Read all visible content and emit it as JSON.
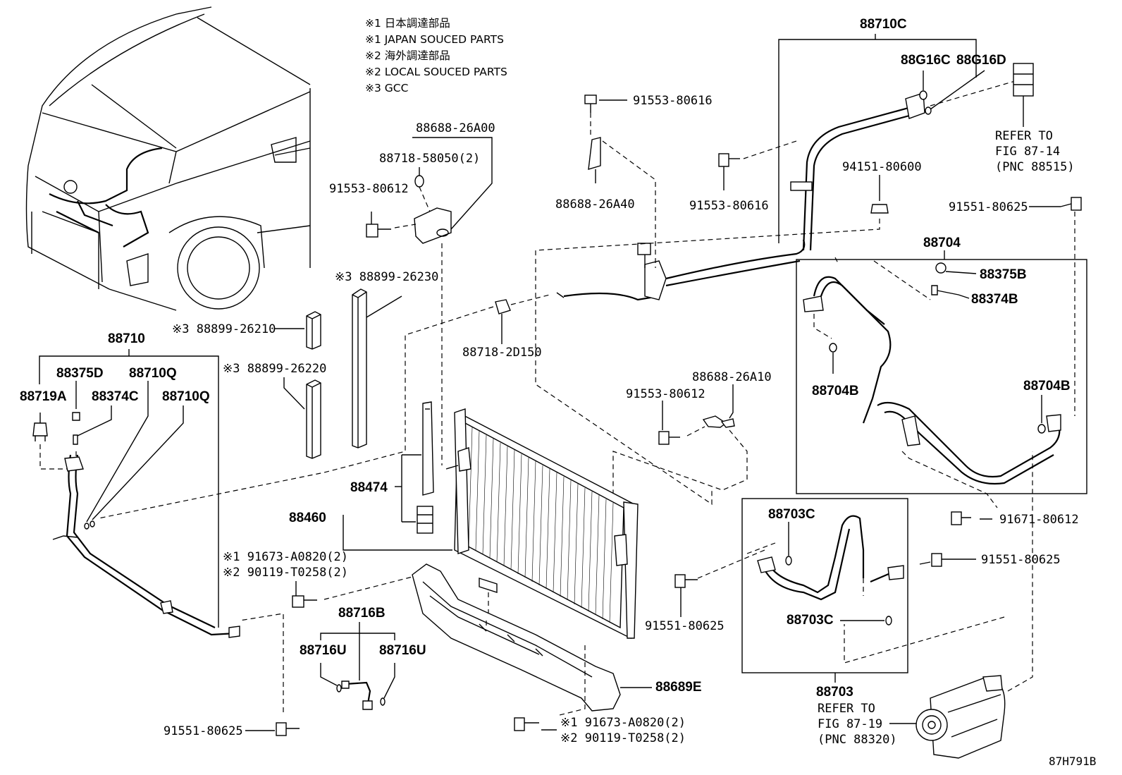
{
  "notes": [
    "※1 日本調達部品",
    "※1 JAPAN SOUCED PARTS",
    "※2 海外調達部品",
    "※2 LOCAL SOUCED PARTS",
    "※3 GCC"
  ],
  "labels": {
    "p88710C": "88710C",
    "p88G16C": "88G16C",
    "p88G16D": "88G16D",
    "p91553_80616_a": "91553-80616",
    "refer1_a": "REFER TO",
    "refer1_b": "FIG 87-14",
    "refer1_c": "(PNC 88515)",
    "p88688_26A00": "88688-26A00",
    "p88718_58050": "88718-58050(2)",
    "p91553_80612_a": "91553-80612",
    "p88688_26A40": "88688-26A40",
    "p91553_80616_b": "91553-80616",
    "p94151_80600": "94151-80600",
    "p91551_80625_a": "91551-80625",
    "p88704": "88704",
    "p88375B": "88375B",
    "p88374B": "88374B",
    "p88899_26230": "※3 88899-26230",
    "p88899_26210": "※3 88899-26210",
    "p88899_26220": "※3 88899-26220",
    "p88718_2D150": "88718-2D150",
    "p88710": "88710",
    "p88375D": "88375D",
    "p88710Q_a": "88710Q",
    "p88719A": "88719A",
    "p88374C": "88374C",
    "p88710Q_b": "88710Q",
    "p88688_26A10": "88688-26A10",
    "p91553_80612_b": "91553-80612",
    "p88704B_a": "88704B",
    "p88704B_b": "88704B",
    "p88474": "88474",
    "p88460": "88460",
    "p91671_80612": "91671-80612",
    "p88703C_a": "88703C",
    "p91551_80625_b": "91551-80625",
    "p91673_A0820_a": "※1 91673-A0820(2)",
    "p90119_T0258_a": "※2 90119-T0258(2)",
    "p91551_80625_c": "91551-80625",
    "p88703C_b": "88703C",
    "p88716B": "88716B",
    "p88716U_a": "88716U",
    "p88716U_b": "88716U",
    "p88689E": "88689E",
    "p88703": "88703",
    "refer2_a": "REFER TO",
    "refer2_b": "FIG 87-19",
    "refer2_c": "(PNC 88320)",
    "p91551_80625_d": "91551-80625",
    "p91673_A0820_b": "※1 91673-A0820(2)",
    "p90119_T0258_b": "※2 90119-T0258(2)",
    "figure_code": "87H791B"
  }
}
